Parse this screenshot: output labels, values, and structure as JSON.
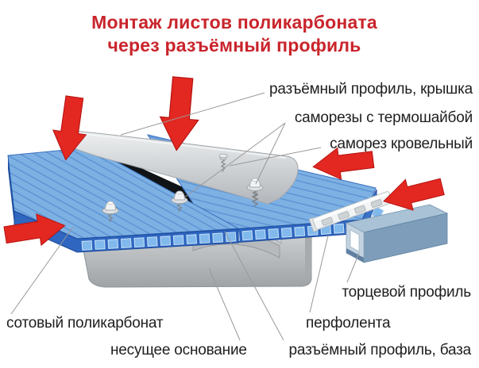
{
  "title": {
    "line1": "Монтаж листов поликарбоната",
    "line2": "через разъёмный профиль"
  },
  "callouts": {
    "cover_profile": "разъёмный профиль, крышка",
    "thermo_screws": "саморезы с термошайбой",
    "roof_screw": "саморез кровельный",
    "end_profile": "торцевой профиль",
    "cellular_polycarbonate": "сотовый поликарбонат",
    "support_base": "несущее основание",
    "perf_tape": "перфолента",
    "base_profile": "разъёмный профиль, база"
  },
  "colors": {
    "title_red": "#c9242b",
    "arrow_red": "#e32721",
    "arrow_edge_red": "#b3120f",
    "sheet_blue_top": "#7db1e4",
    "sheet_rib_blue": "#5389cd",
    "sheet_blue_edge": "#2e66c0",
    "honeycomb_cell_blue": "#82b9ec",
    "cover_silver": "#d6dadd",
    "base_profile_black": "#121416",
    "support_gray": "#bfc3c6",
    "end_profile_blue": "#8fafc8",
    "perf_tape_white": "#f1f3f4",
    "leader_gray": "#999999"
  }
}
